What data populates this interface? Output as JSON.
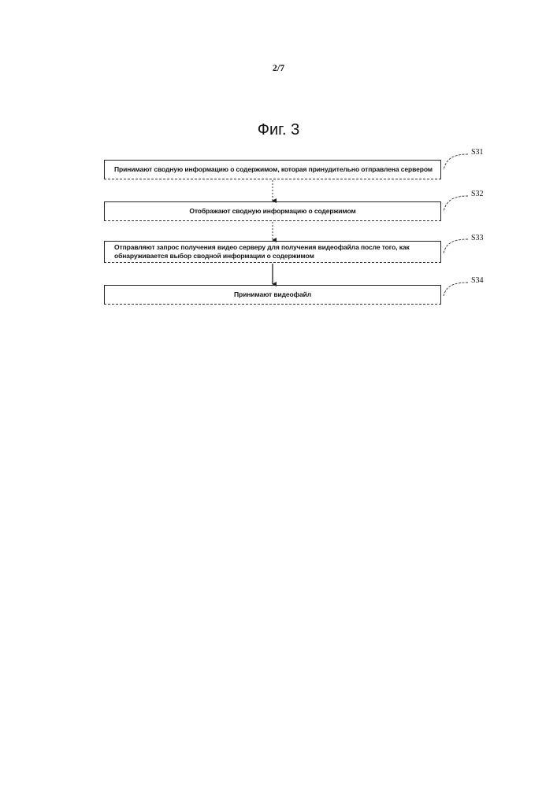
{
  "page": {
    "number": "2/7",
    "figure_title": "Фиг. 3"
  },
  "steps": [
    {
      "label": "S31",
      "text": "Принимают сводную информацию о содержимом, которая принудительно отправлена сервером"
    },
    {
      "label": "S32",
      "text": "Отображают сводную информацию о содержимом"
    },
    {
      "label": "S33",
      "text": "Отправляют запрос получения видео серверу для получения  видеофайла после того, как обнаруживается выбор сводной информации о содержимом"
    },
    {
      "label": "S34",
      "text": "Принимают  видеофайл"
    }
  ]
}
